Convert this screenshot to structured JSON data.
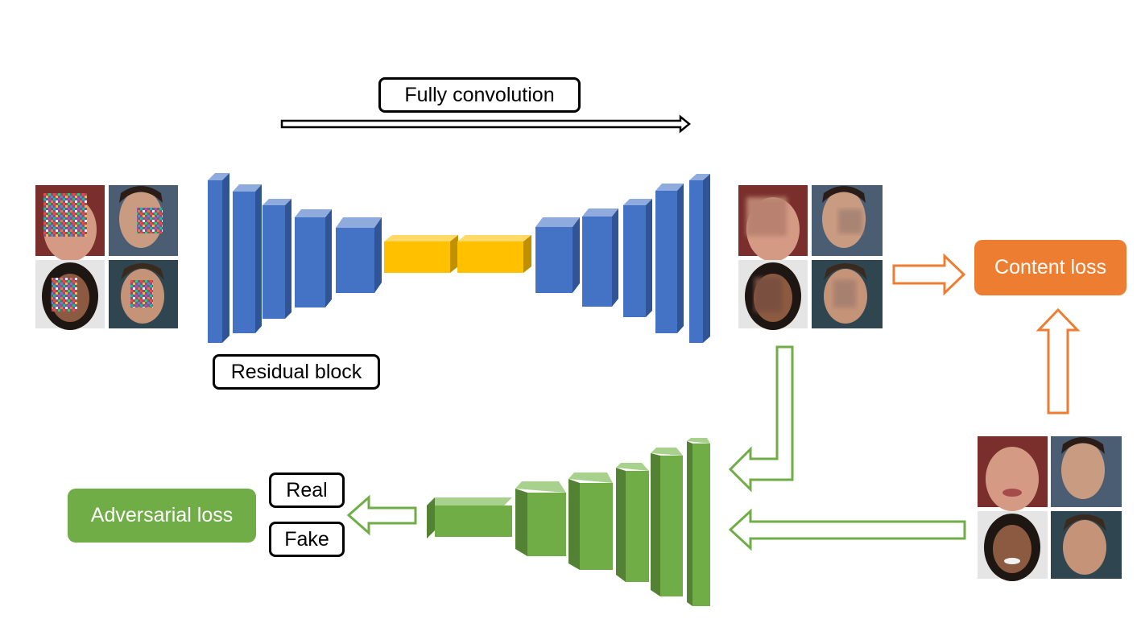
{
  "labels": {
    "fully_convolution": "Fully convolution",
    "residual_block": "Residual block",
    "content_loss": "Content loss",
    "adversarial_loss": "Adversarial loss",
    "real": "Real",
    "fake": "Fake"
  },
  "colors": {
    "blue": "#4472C4",
    "yellow": "#FFC000",
    "green": "#70AD47",
    "orange": "#ED7D31",
    "outline": "#000000"
  },
  "face_grids": {
    "masked_input": {
      "mask": "noise",
      "count": 4
    },
    "generated_output": {
      "mask": "blur",
      "count": 4
    },
    "real_reference": {
      "mask": "none",
      "count": 4
    }
  }
}
